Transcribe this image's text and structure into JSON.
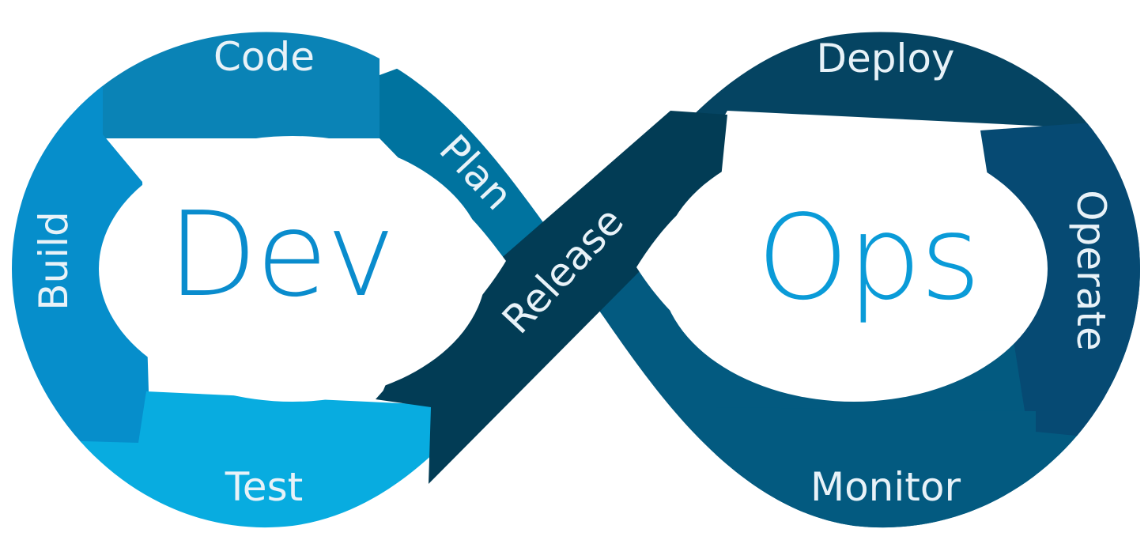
{
  "diagram": {
    "center_left": "Dev",
    "center_right": "Ops",
    "stages": {
      "plan": "Plan",
      "code": "Code",
      "build": "Build",
      "test": "Test",
      "release": "Release",
      "deploy": "Deploy",
      "operate": "Operate",
      "monitor": "Monitor"
    }
  },
  "colors": {
    "plan": "#00739f",
    "code": "#0a83b6",
    "build": "#068ecb",
    "test": "#08ace0",
    "release": "#023c55",
    "deploy": "#054462",
    "operate": "#064a73",
    "monitor": "#035a80",
    "dev_text": "#0a8ccd",
    "ops_text": "#0a9bd8"
  }
}
